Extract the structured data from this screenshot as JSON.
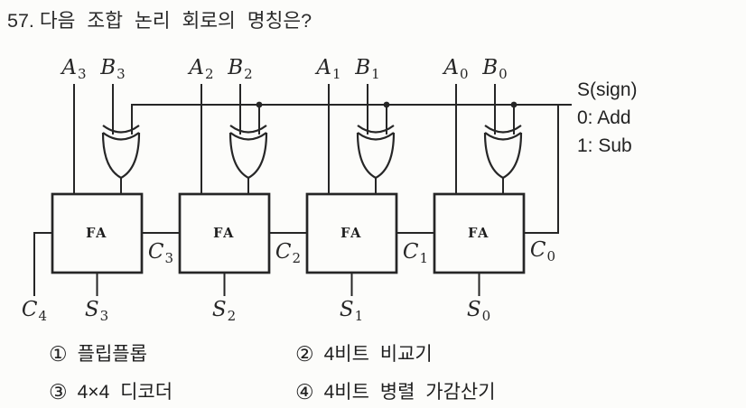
{
  "question": {
    "number": "57.",
    "text": "다음 조합 논리 회로의 명칭은?"
  },
  "circuit": {
    "fa_label": "FA",
    "a_labels": [
      {
        "base": "A",
        "sub": "3"
      },
      {
        "base": "A",
        "sub": "2"
      },
      {
        "base": "A",
        "sub": "1"
      },
      {
        "base": "A",
        "sub": "0"
      }
    ],
    "b_labels": [
      {
        "base": "B",
        "sub": "3"
      },
      {
        "base": "B",
        "sub": "2"
      },
      {
        "base": "B",
        "sub": "1"
      },
      {
        "base": "B",
        "sub": "0"
      }
    ],
    "carry_labels": [
      {
        "base": "C",
        "sub": "3"
      },
      {
        "base": "C",
        "sub": "2"
      },
      {
        "base": "C",
        "sub": "1"
      },
      {
        "base": "C",
        "sub": "0"
      }
    ],
    "carry_out_label": {
      "base": "C",
      "sub": "4"
    },
    "sum_labels": [
      {
        "base": "S",
        "sub": "3"
      },
      {
        "base": "S",
        "sub": "2"
      },
      {
        "base": "S",
        "sub": "1"
      },
      {
        "base": "S",
        "sub": "0"
      }
    ],
    "sign_legend": {
      "signal": "S(sign)",
      "mode0": "0: Add",
      "mode1": "1: Sub"
    }
  },
  "options": [
    {
      "marker": "①",
      "label": "플립플롭"
    },
    {
      "marker": "②",
      "label": "4비트 비교기"
    },
    {
      "marker": "③",
      "label": "4×4 디코더"
    },
    {
      "marker": "④",
      "label": "4비트 병렬 가감산기"
    }
  ],
  "theme": {
    "ink": "#262626",
    "paper": "#fcfcfa"
  }
}
